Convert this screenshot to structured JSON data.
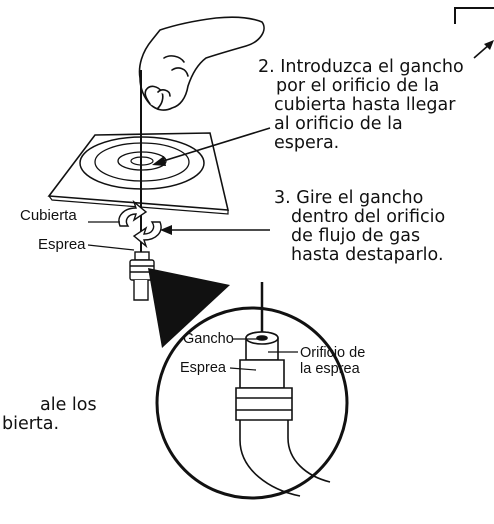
{
  "steps": {
    "step2": [
      "2. Introduzca el gancho",
      "por el orificio de la",
      "cubierta hasta llegar",
      "al orificio de la",
      "espera."
    ],
    "step3": [
      "3. Gire el gancho",
      "dentro del orificio",
      "de flujo de gas",
      "hasta destaparlo."
    ],
    "partial": [
      "ale los",
      "bierta."
    ]
  },
  "labels": {
    "cubierta": "Cubierta",
    "esprea_main": "Esprea",
    "gancho": "Gancho",
    "esprea_detail": "Esprea",
    "orificio": [
      "Orificio de",
      "la esprea"
    ]
  },
  "colors": {
    "ink": "#111111",
    "paper": "#ffffff"
  }
}
